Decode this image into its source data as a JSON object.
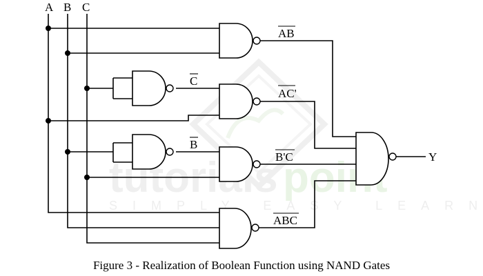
{
  "figure": {
    "caption": "Figure 3 - Realization of Boolean Function using NAND Gates",
    "inputs": [
      "A",
      "B",
      "C"
    ],
    "output_label": "Y",
    "gates": [
      {
        "id": "g1",
        "type": "NAND",
        "inputs": [
          "A",
          "B"
        ],
        "output_label": "AB",
        "overlined": true
      },
      {
        "id": "g_notc",
        "type": "NAND",
        "inputs": [
          "C",
          "C"
        ],
        "output_label": "C",
        "overlined": true
      },
      {
        "id": "g2",
        "type": "NAND",
        "inputs": [
          "C̄",
          "A"
        ],
        "output_label": "AC'",
        "overlined": true
      },
      {
        "id": "g_notb",
        "type": "NAND",
        "inputs": [
          "B",
          "B"
        ],
        "output_label": "B",
        "overlined": true
      },
      {
        "id": "g3",
        "type": "NAND",
        "inputs": [
          "B̄",
          "C"
        ],
        "output_label": "B'C",
        "overlined": true
      },
      {
        "id": "g4",
        "type": "NAND",
        "inputs": [
          "A",
          "B",
          "C"
        ],
        "output_label": "ABC",
        "overlined": true
      },
      {
        "id": "g5",
        "type": "NAND",
        "inputs": [
          "AB",
          "AC'",
          "B'C",
          "ABC"
        ],
        "output_label": "Y",
        "overlined": false
      }
    ]
  },
  "watermark": {
    "brand_left": "tutorials",
    "brand_right": "point",
    "tagline": "SIMPLY EASY LEARNING",
    "color_gray": "#eeeeee",
    "color_green": "#e8f5e4"
  }
}
